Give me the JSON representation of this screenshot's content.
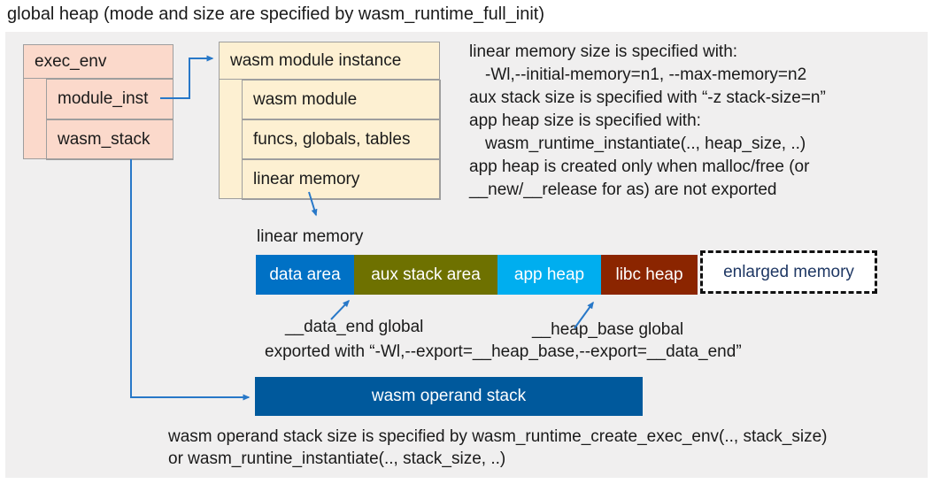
{
  "title": "global heap (mode and size are specified by wasm_runtime_full_init)",
  "exec_env": {
    "header": "exec_env",
    "items": [
      {
        "label": "module_inst"
      },
      {
        "label": "wasm_stack"
      }
    ]
  },
  "module_instance": {
    "header": "wasm module instance",
    "items": [
      {
        "label": "wasm module"
      },
      {
        "label": "funcs, globals, tables"
      },
      {
        "label": "linear memory"
      }
    ]
  },
  "notes": {
    "lines": [
      {
        "text": "linear memory size is specified with:"
      },
      {
        "text": "-Wl,--initial-memory=n1, --max-memory=n2"
      },
      {
        "text": "aux stack size is specified with “-z stack-size=n”"
      },
      {
        "text": "app heap size is specified with:"
      },
      {
        "text": "wasm_runtime_instantiate(.., heap_size, ..)"
      },
      {
        "text": "app heap is created only when malloc/free (or"
      },
      {
        "text": "__new/__release for as) are not exported"
      }
    ]
  },
  "linear_memory": {
    "label": "linear memory",
    "segments": [
      {
        "label": "data area",
        "color": "#0071c5",
        "width": 111
      },
      {
        "label": "aux stack area",
        "color": "#6e7100",
        "width": 162
      },
      {
        "label": "app heap",
        "color": "#00aeef",
        "width": 117
      },
      {
        "label": "libc heap",
        "color": "#8b2500",
        "width": 109
      }
    ],
    "enlarged": {
      "label": "enlarged memory",
      "text_color": "#1f3864"
    }
  },
  "annotations": {
    "data_end": "__data_end global",
    "heap_base": "__heap_base global",
    "exported": "exported with “-Wl,--export=__heap_base,--export=__data_end”"
  },
  "operand_stack": {
    "label": "wasm operand stack",
    "color": "#00599c"
  },
  "footer": {
    "lines": [
      "wasm operand stack size is specified by wasm_runtime_create_exec_env(.., stack_size)",
      "or wasm_runtine_instantiate(.., stack_size, ..)"
    ]
  },
  "colors": {
    "arrow": "#2878c8",
    "panel_bg": "#f0efef",
    "exec_env_fill": "#fbd9cb",
    "module_instance_fill": "#fdf0d2"
  }
}
